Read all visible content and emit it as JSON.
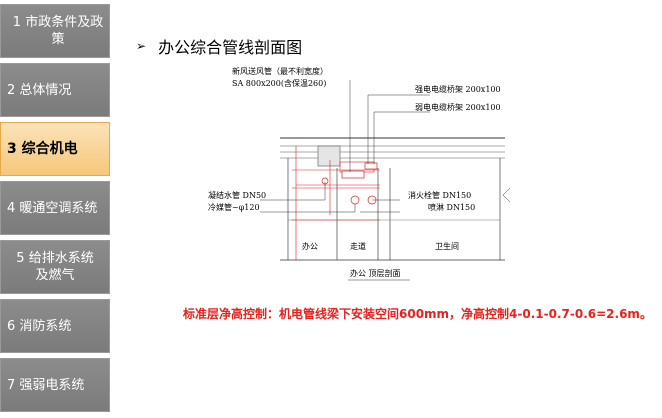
{
  "sidebar": {
    "items": [
      {
        "label": "1 市政条件及政策",
        "active": false
      },
      {
        "label": "2 总体情况",
        "active": false
      },
      {
        "label": "3 综合机电",
        "active": true
      },
      {
        "label": "4 暖通空调系统",
        "active": false
      },
      {
        "label": "5 给排水系统 及燃气",
        "active": false
      },
      {
        "label": "6 消防系统",
        "active": false
      },
      {
        "label": "7 强弱电系统",
        "active": false
      }
    ],
    "item5_line1": "5 给排水系统",
    "item5_line2": "及燃气"
  },
  "title": {
    "bullet_icon": "arrow-bullet-icon",
    "bullet": "➢",
    "text": "办公综合管线剖面图"
  },
  "drawing": {
    "labels": {
      "fresh_air_1": "新风送风管（最不利宽度）",
      "fresh_air_2": "SA 800x200(含保温260)",
      "strong_tray": "强电电缆桥架 200x100",
      "weak_tray": "弱电电缆桥架 200x100",
      "condensate": "凝结水管 DN50",
      "refrigerant": "冷媒管~φ120",
      "hydrant": "消火栓管 DN150",
      "sprinkler": "喷淋 DN150",
      "office": "办公",
      "corridor": "走道",
      "restroom": "卫生间",
      "caption": "办公 顶层剖面"
    }
  },
  "conclusion": "标准层净高控制：机电管线梁下安装空间600mm，净高控制4-0.1-0.7-0.6=2.6m。",
  "colors": {
    "sidebar_item": "#808080",
    "active_item": "#f8d08c",
    "active_border": "#e7a94a",
    "conclusion": "#e8211c",
    "drawing_red": "#e02020"
  }
}
